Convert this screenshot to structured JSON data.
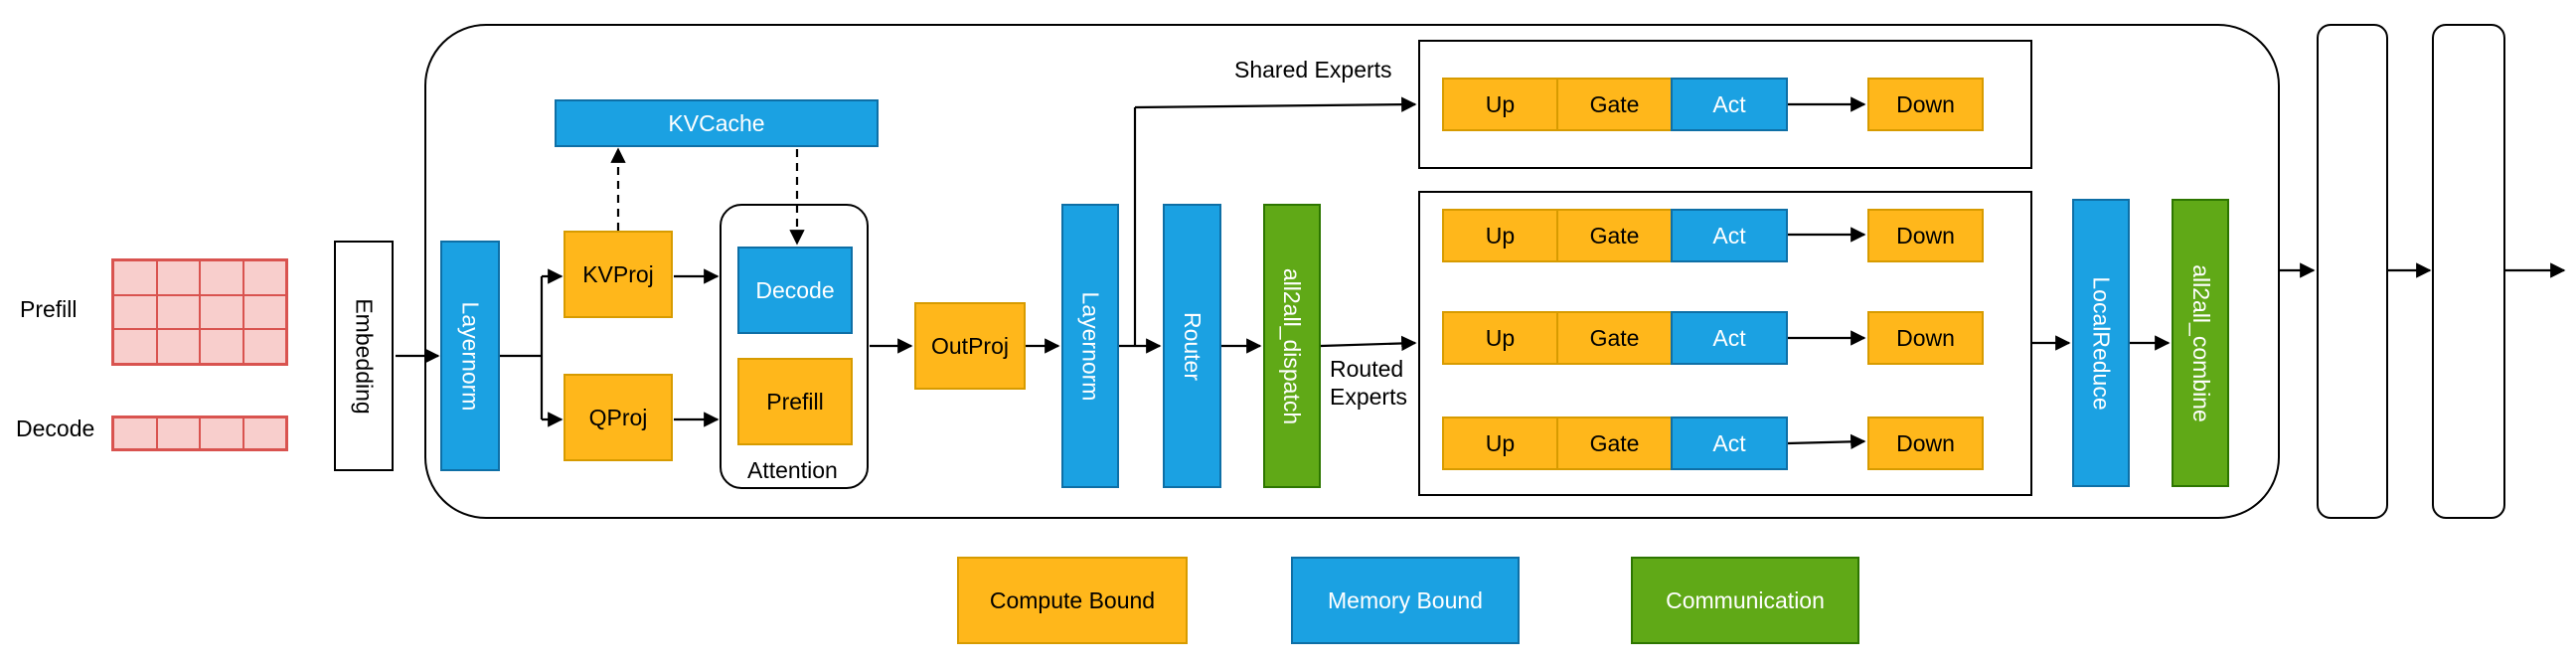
{
  "inputs": {
    "prefill_label": "Prefill",
    "decode_label": "Decode"
  },
  "blocks": {
    "embedding": "Embedding",
    "layernorm1": "Layernorm",
    "kvcache": "KVCache",
    "kvproj": "KVProj",
    "qproj": "QProj",
    "decode": "Decode",
    "prefill": "Prefill",
    "attention": "Attention",
    "outproj": "OutProj",
    "layernorm2": "Layernorm",
    "router": "Router",
    "dispatch": "all2all_dispatch",
    "localreduce": "LocalReduce",
    "combine": "all2all_combine"
  },
  "shared_experts": {
    "label": "Shared Experts",
    "row": {
      "up": "Up",
      "gate": "Gate",
      "act": "Act",
      "down": "Down"
    }
  },
  "routed_experts": {
    "label": "Routed\nExperts",
    "rows": [
      {
        "up": "Up",
        "gate": "Gate",
        "act": "Act",
        "down": "Down"
      },
      {
        "up": "Up",
        "gate": "Gate",
        "act": "Act",
        "down": "Down"
      },
      {
        "up": "Up",
        "gate": "Gate",
        "act": "Act",
        "down": "Down"
      }
    ]
  },
  "legend": {
    "compute": "Compute Bound",
    "memory": "Memory Bound",
    "communication": "Communication"
  },
  "colors": {
    "compute": "#FFB71B",
    "memory": "#1BA1E2",
    "communication": "#60A917",
    "token_grid": "#F8CECC"
  }
}
